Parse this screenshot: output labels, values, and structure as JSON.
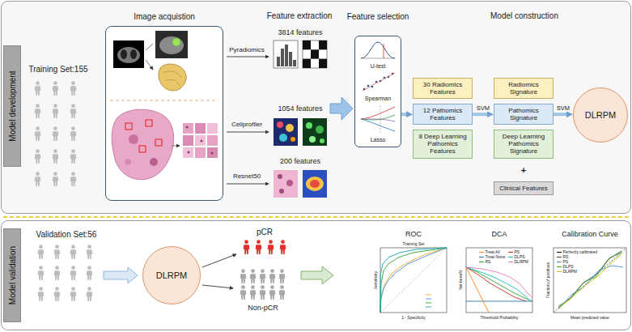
{
  "diagram": {
    "nodes": [
      {
        "text": [
          "Model development"
        ]
      },
      {
        "text": [
          "Image acquistion"
        ]
      },
      {
        "text": [
          "Feature selection",
          "U-test",
          "Spearman",
          "Lasso"
        ]
      },
      {
        "text": [
          "30 Radiomics Features"
        ]
      },
      {
        "text": [
          "12 Pathomics Features"
        ]
      },
      {
        "text": [
          "8 Deep Learning Pathomics Features"
        ]
      },
      {
        "text": [
          "Radiomics Signature"
        ]
      },
      {
        "text": [
          "Pathomics Signature"
        ]
      },
      {
        "text": [
          "Deep Learning Pathomics Signature"
        ]
      },
      {
        "text": [
          "Clinical Features"
        ]
      },
      {
        "text": [
          "DLRPM"
        ]
      },
      {
        "text": [
          "Model validation"
        ]
      },
      {
        "text": [
          "DLRPM"
        ]
      }
    ],
    "edges": [
      {
        "from": 2,
        "to": 4,
        "arrow": "to"
      },
      {
        "from": 4,
        "to": 7,
        "label": "SVM",
        "arrow": "to"
      },
      {
        "from": 7,
        "to": 10,
        "label": "SVM",
        "arrow": "to"
      }
    ],
    "labels": [
      "Training Set:155",
      "Pyradiomics",
      "Cellprofiler",
      "Resnet50",
      "Feature extraction",
      "3814 features",
      "1054 features",
      "200 features",
      "Model construction",
      "+",
      "Validation Set:56",
      "pCR",
      "Non-pCR",
      "ROC",
      "Training Set",
      "Sensitivity",
      "1 - Specificity",
      "DCA",
      "Net benefit",
      "Threshold Probability",
      "Calibration Curve",
      "Fraction of positives",
      "Mean predicted value"
    ],
    "legend": [
      {
        "text": "Treat All",
        "color": "#ff7f0e"
      },
      {
        "text": "Treat None",
        "color": "#1f77b4"
      },
      {
        "text": "RS",
        "color": "#2ca02c"
      },
      {
        "text": "PS",
        "color": "#d62728"
      },
      {
        "text": "DLPS",
        "color": "#17becf"
      },
      {
        "text": "DLRPM",
        "color": "#e377c2"
      },
      {
        "text": "Perfectly calibrated",
        "color": "#000000"
      },
      {
        "text": "RS",
        "color": "#444444"
      },
      {
        "text": "PS",
        "color": "#4a90e2"
      },
      {
        "text": "DLPS",
        "color": "#2ca02c"
      },
      {
        "text": "DLRPM",
        "color": "#d4c000"
      }
    ]
  }
}
